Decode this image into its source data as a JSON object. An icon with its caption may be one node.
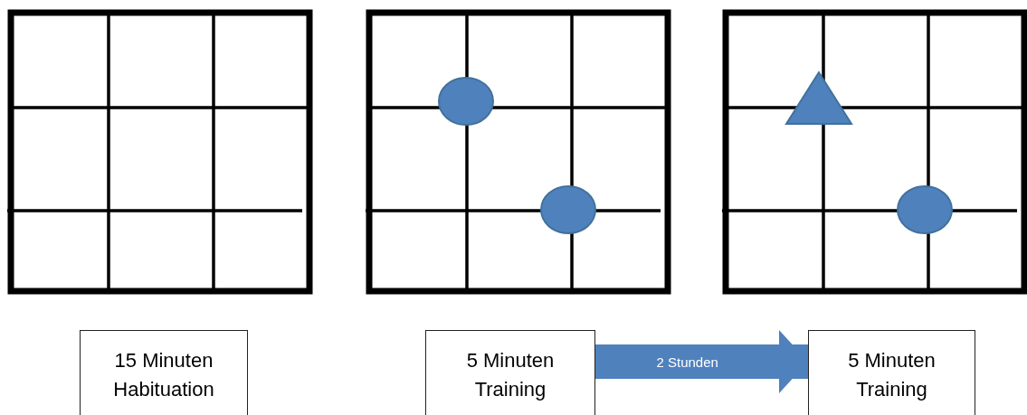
{
  "diagram": {
    "nodes": [
      {
        "text": [
          "15 Minuten Habituation"
        ]
      },
      {
        "text": [
          "5 Minuten Training"
        ]
      },
      {
        "text": [
          "5 Minuten Training"
        ]
      }
    ],
    "edges": [
      {
        "from": 1,
        "to": 2,
        "arrow": "to",
        "label": "2 Stunden"
      }
    ]
  }
}
